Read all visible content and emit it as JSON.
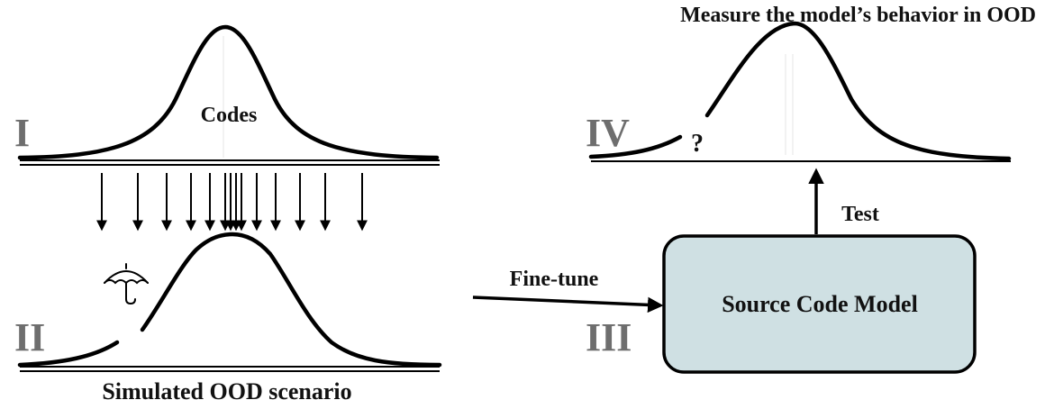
{
  "panels": {
    "I": {
      "numeral": "I",
      "text": "Codes"
    },
    "II": {
      "numeral": "II",
      "caption": "Simulated OOD scenario",
      "icon": "umbrella-icon"
    },
    "III": {
      "numeral": "III",
      "box_label": "Source Code Model",
      "input_label": "Fine-tune",
      "output_label": "Test"
    },
    "IV": {
      "numeral": "IV",
      "title": "Measure the model’s behavior in OOD",
      "question": "?"
    }
  },
  "colors": {
    "model_box_fill": "#cfe0e3",
    "numeral": "#6e6e6e",
    "line": "#000000"
  }
}
